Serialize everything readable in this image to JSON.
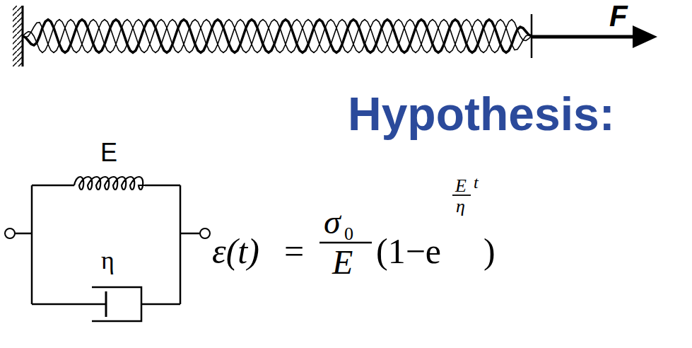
{
  "diagram": {
    "labels": [
      "F",
      "Hypothesis:",
      "E",
      "η",
      "ε(t)",
      "=",
      "σ",
      "0",
      "E",
      "(1−e",
      "E",
      "t",
      "η",
      ")"
    ]
  }
}
